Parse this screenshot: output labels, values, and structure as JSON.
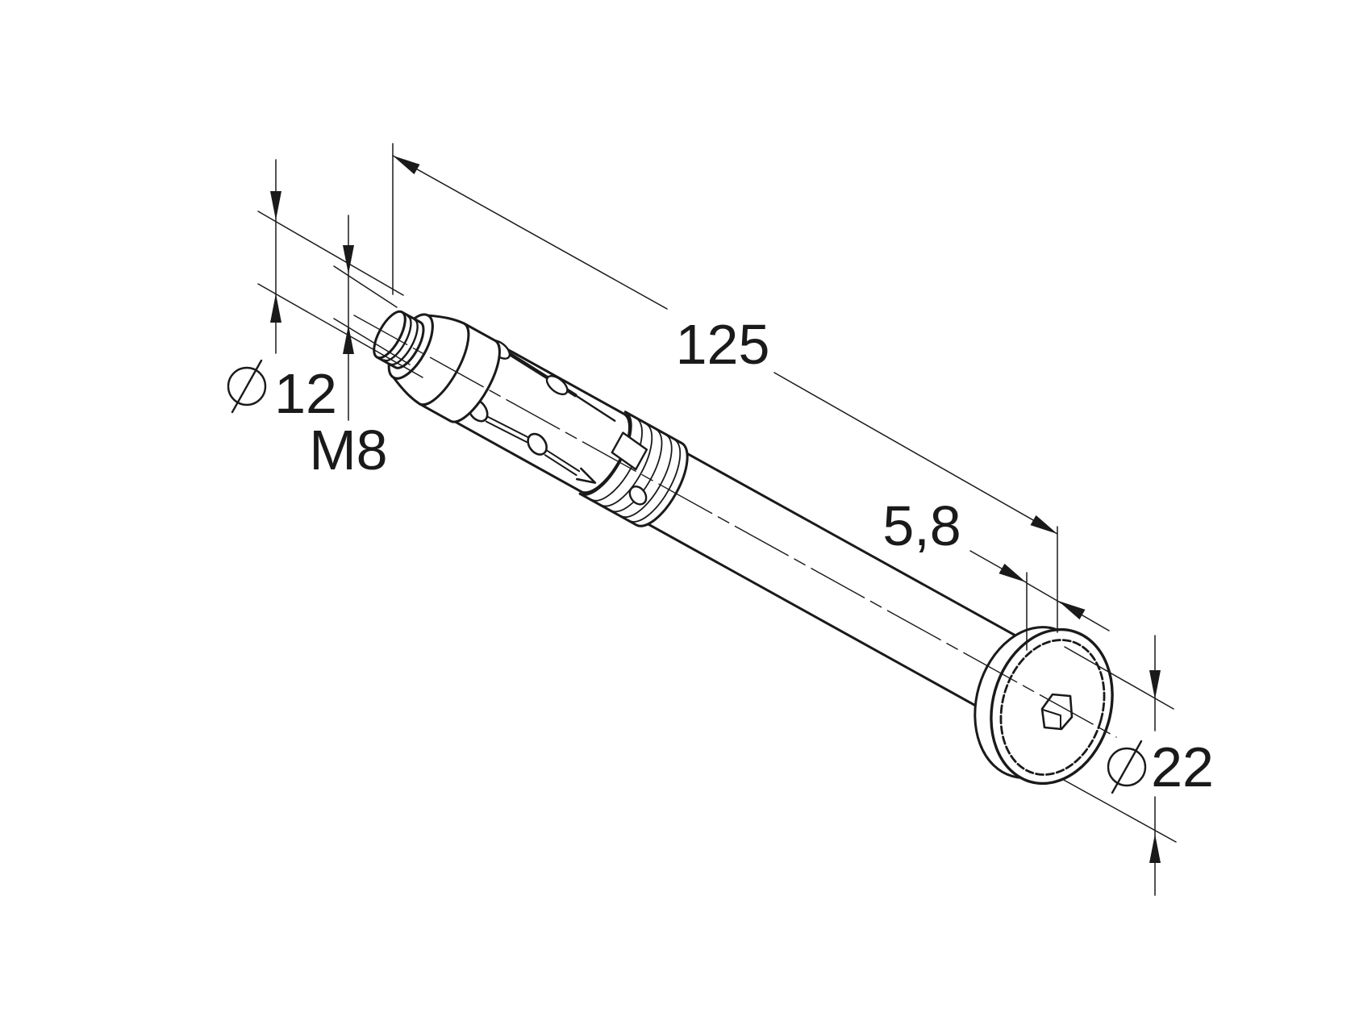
{
  "page": {
    "background": "#ffffff",
    "ink": "#1a1a1a"
  },
  "drawing": {
    "kind": "technical-line-drawing",
    "subject": "countersunk sleeve anchor, isometric view with dimensions"
  },
  "dimensions": {
    "overall_length": {
      "label": "125"
    },
    "anchor_diameter": {
      "symbol": "⌀",
      "label": "12"
    },
    "thread_size": {
      "label": "M8"
    },
    "head_height": {
      "label": "5,8"
    },
    "head_diameter": {
      "symbol": "⌀",
      "label": "22"
    }
  }
}
